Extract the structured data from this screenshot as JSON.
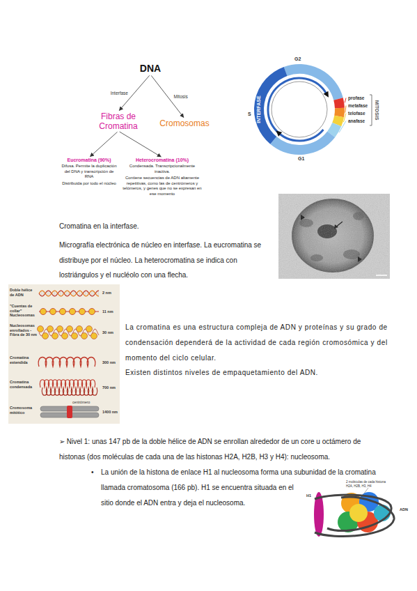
{
  "diagram": {
    "nodes": [
      {
        "text": [
          "DNA"
        ]
      },
      {
        "text": [
          "Fibras de Cromatina"
        ]
      },
      {
        "text": [
          "Cromosomas"
        ]
      },
      {
        "text": [
          "Eucromatina (90%)",
          "Difusa. Permite la duplicación del DNA y transcripción de RNA",
          "Distribuida por todo el núcleo"
        ]
      },
      {
        "text": [
          "Heterocromatina (10%)",
          "Condensada. Transcripcionalmente inactiva.",
          "Contiene secuencias de ADN altamente repetitivas, como las de centrómeros y telómeros, y genes que no se expresan en ese momento"
        ]
      }
    ],
    "edges": [
      {
        "from": 0,
        "to": 1,
        "arrow": "to",
        "label": "Interfase"
      },
      {
        "from": 0,
        "to": 2,
        "arrow": "to",
        "label": "Mitosis"
      },
      {
        "from": 1,
        "to": 3,
        "arrow": "to"
      },
      {
        "from": 1,
        "to": 4,
        "arrow": "to"
      }
    ],
    "labels": [
      "G2",
      "S",
      "INTERFASE",
      "G1",
      "profase",
      "metafase",
      "telofase",
      "anafase",
      "MITOSIS",
      "Cromatina en la interfase.",
      "Micrografía electrónica de núcleo en interfase. La eucromatina se distribuye por el núcleo. La heterocromatina se indica con lostriángulos y el nucléolo con una flecha.",
      "Doble hélice de ADN",
      "2 nm",
      "\"Cuentas de collar\" Nucleosomas",
      "11 nm",
      "Nucleosomas enrollados - Fibra de 30 nm",
      "30 nm",
      "Cromatina extendida",
      "300 nm",
      "Cromatina condensada",
      "700 nm",
      "centrómero",
      "Cromosoma mitótico",
      "1400 nm",
      "La cromatina es una estructura compleja de ADN y proteínas y su grado de condensación dependerá de la actividad de cada región cromosómica y del momento del ciclo celular.",
      "Existen distintos niveles de empaquetamiento del ADN.",
      "➢ Nivel 1: unas 147 pb de la doble hélice de ADN se enrollan alrededor de un core u octámero de histonas (dos moléculas de cada una de las histonas H2A, H2B, H3 y H4): nucleosoma.",
      "•",
      "La unión de la histona de enlace H1 al nucleosoma forma una subunidad de la cromatina llamada cromatosoma (166 pb). H1 se encuentra situada en el sitio donde el ADN entra y deja el nucleosoma.",
      "2 moléculas de cada histona H2A, H2B, H3, H4",
      "H1",
      "ADN"
    ]
  }
}
